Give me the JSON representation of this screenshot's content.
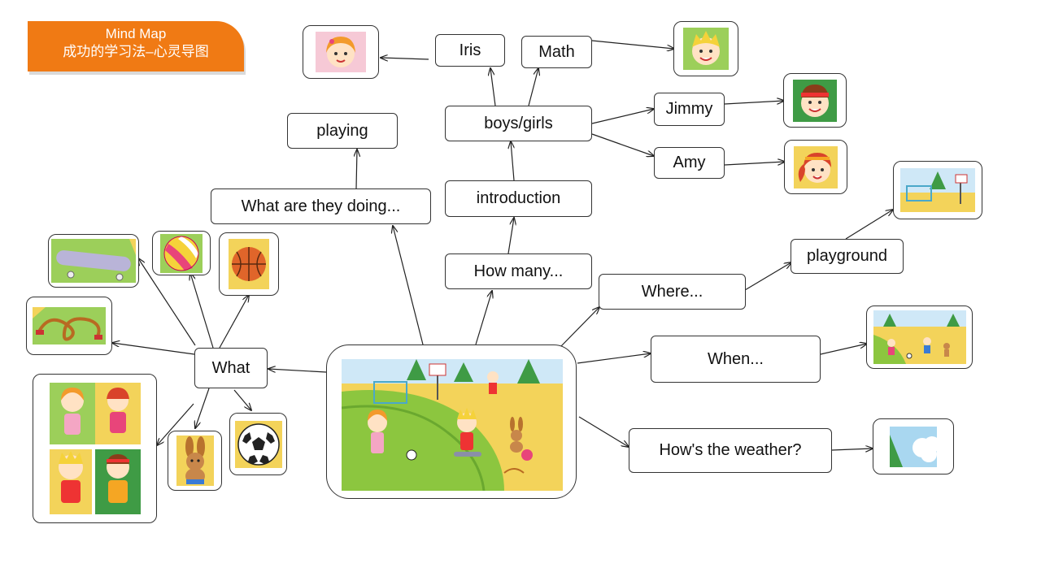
{
  "banner": {
    "line1": "Mind Map",
    "line2": "成功的学习法–心灵导图"
  },
  "nodes": {
    "iris": "Iris",
    "math": "Math",
    "boys_girls": "boys/girls",
    "jimmy": "Jimmy",
    "amy": "Amy",
    "playing": "playing",
    "what_doing": "What are they doing...",
    "introduction": "introduction",
    "how_many": "How many...",
    "where": "Where...",
    "playground": "playground",
    "when": "When...",
    "weather": "How's the weather?",
    "what": "What"
  },
  "pictures": {
    "iris_pic": "girl-face-icon",
    "math_pic": "boy-face-icon",
    "jimmy_pic": "boy-headband-icon",
    "amy_pic": "girl-ponytail-icon",
    "playground_pic": "playground-scene-icon",
    "when_pic": "park-scene-icon",
    "weather_pic": "cloud-sky-icon",
    "skateboard_pic": "skateboard-icon",
    "beachball_pic": "beach-ball-icon",
    "basketball_pic": "basketball-icon",
    "jumprope_pic": "jump-rope-icon",
    "kids_pic": "four-children-icon",
    "rabbit_pic": "rabbit-icon",
    "soccer_pic": "soccer-ball-icon",
    "center_pic": "children-playing-scene"
  },
  "colors": {
    "banner": "#f07a14",
    "grass": "#8cc63f",
    "sky": "#cfe8f7",
    "sand": "#f3d35a"
  }
}
